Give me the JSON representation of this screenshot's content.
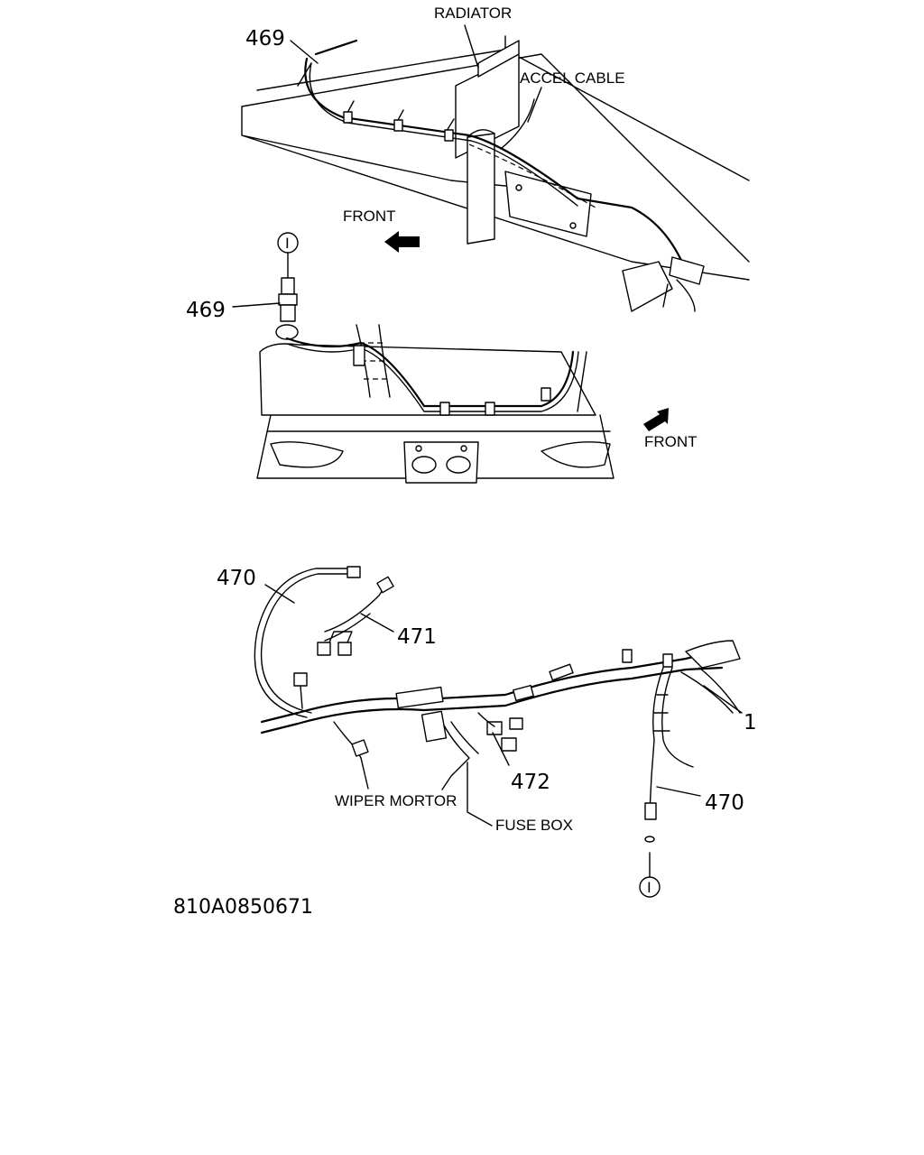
{
  "labels": {
    "radiator": "RADIATOR",
    "accel_cable": "ACCEL CABLE",
    "front_top": "FRONT",
    "front_mid": "FRONT",
    "wiper_motor": "WIPER MORTOR",
    "fuse_box": "FUSE BOX"
  },
  "callouts": {
    "c469_top": "469",
    "c469_mid": "469",
    "c470_left": "470",
    "c471": "471",
    "c472": "472",
    "c1": "1",
    "c470_right": "470"
  },
  "circle_markers": {
    "marker_top": "I",
    "marker_bottom": "I"
  },
  "drawing_code": "810A0850671"
}
